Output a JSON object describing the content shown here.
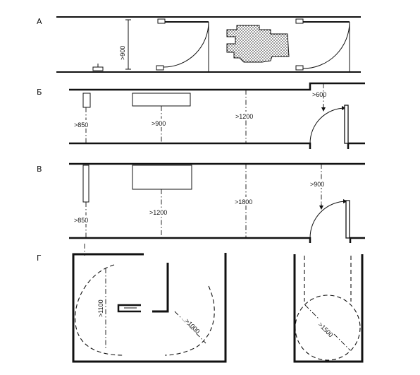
{
  "rows": {
    "a": {
      "label": "А",
      "dims": [
        ">900"
      ]
    },
    "b": {
      "label": "Б",
      "dims": [
        ">850",
        ">900",
        ">1200",
        ">600"
      ]
    },
    "v": {
      "label": "В",
      "dims": [
        ">850",
        ">1200",
        ">1800",
        ">900"
      ]
    },
    "g": {
      "label": "Г",
      "dims": [
        ">1100",
        ">1000",
        ">1500"
      ]
    }
  },
  "colors": {
    "ink": "#111111",
    "paper": "#ffffff"
  }
}
